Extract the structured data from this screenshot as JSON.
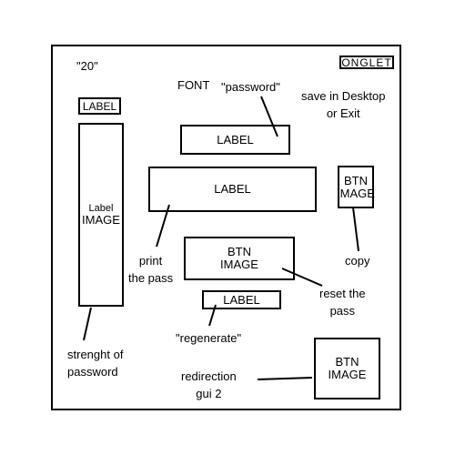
{
  "boxes": {
    "onglet": "ONGLET",
    "label_20": "LABEL",
    "label_image": {
      "line1": "Label",
      "line2": "IMAGE"
    },
    "password_label": "LABEL",
    "print_label": "LABEL",
    "copy_btn": {
      "line1": "BTN",
      "line2": "IMAGE"
    },
    "reset_btn": {
      "line1": "BTN",
      "line2": "IMAGE"
    },
    "regenerate_label": "LABEL",
    "redirect_btn": {
      "line1": "BTN",
      "line2": "IMAGE"
    }
  },
  "annotations": {
    "twenty": "\"20\"",
    "font": "FONT",
    "password": "\"password\"",
    "save_exit": {
      "line1": "save in Desktop",
      "line2": "or Exit"
    },
    "print_pass": {
      "line1": "print",
      "line2": "the pass"
    },
    "copy": "copy",
    "reset_pass": {
      "line1": "reset the",
      "line2": "pass"
    },
    "regenerate": "\"regenerate\"",
    "strength": {
      "line1": "strenght of",
      "line2": "password"
    },
    "redirection": {
      "line1": "redirection",
      "line2": "gui 2"
    }
  }
}
